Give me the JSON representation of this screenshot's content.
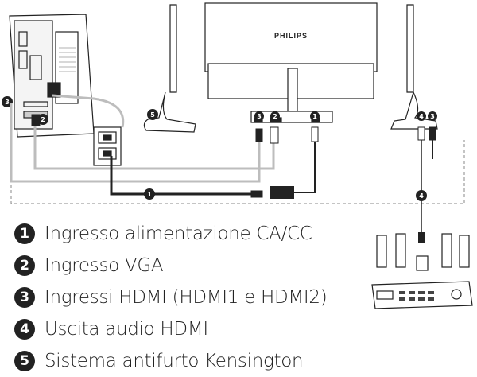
{
  "brand": "PHILIPS",
  "legend": [
    {
      "num": "1",
      "text": "Ingresso alimentazione CA/CC"
    },
    {
      "num": "2",
      "text": "Ingresso VGA"
    },
    {
      "num": "3",
      "text": "Ingressi HDMI (HDMI1 e HDMI2)"
    },
    {
      "num": "4",
      "text": "Uscita audio HDMI"
    },
    {
      "num": "5",
      "text": "Sistema antifurto Kensington"
    }
  ],
  "markers": {
    "pc_hdmi": "3",
    "pc_vga": "2",
    "kensington": "5",
    "port_hdmi": "3",
    "port_vga": "2",
    "port_power": "1",
    "side_audio": "4",
    "side_hdmi": "3",
    "power_cable": "1",
    "audio_cable": "4"
  },
  "colors": {
    "line": "#222222",
    "cable_gray": "#bdbdbd",
    "badge": "#222222"
  }
}
